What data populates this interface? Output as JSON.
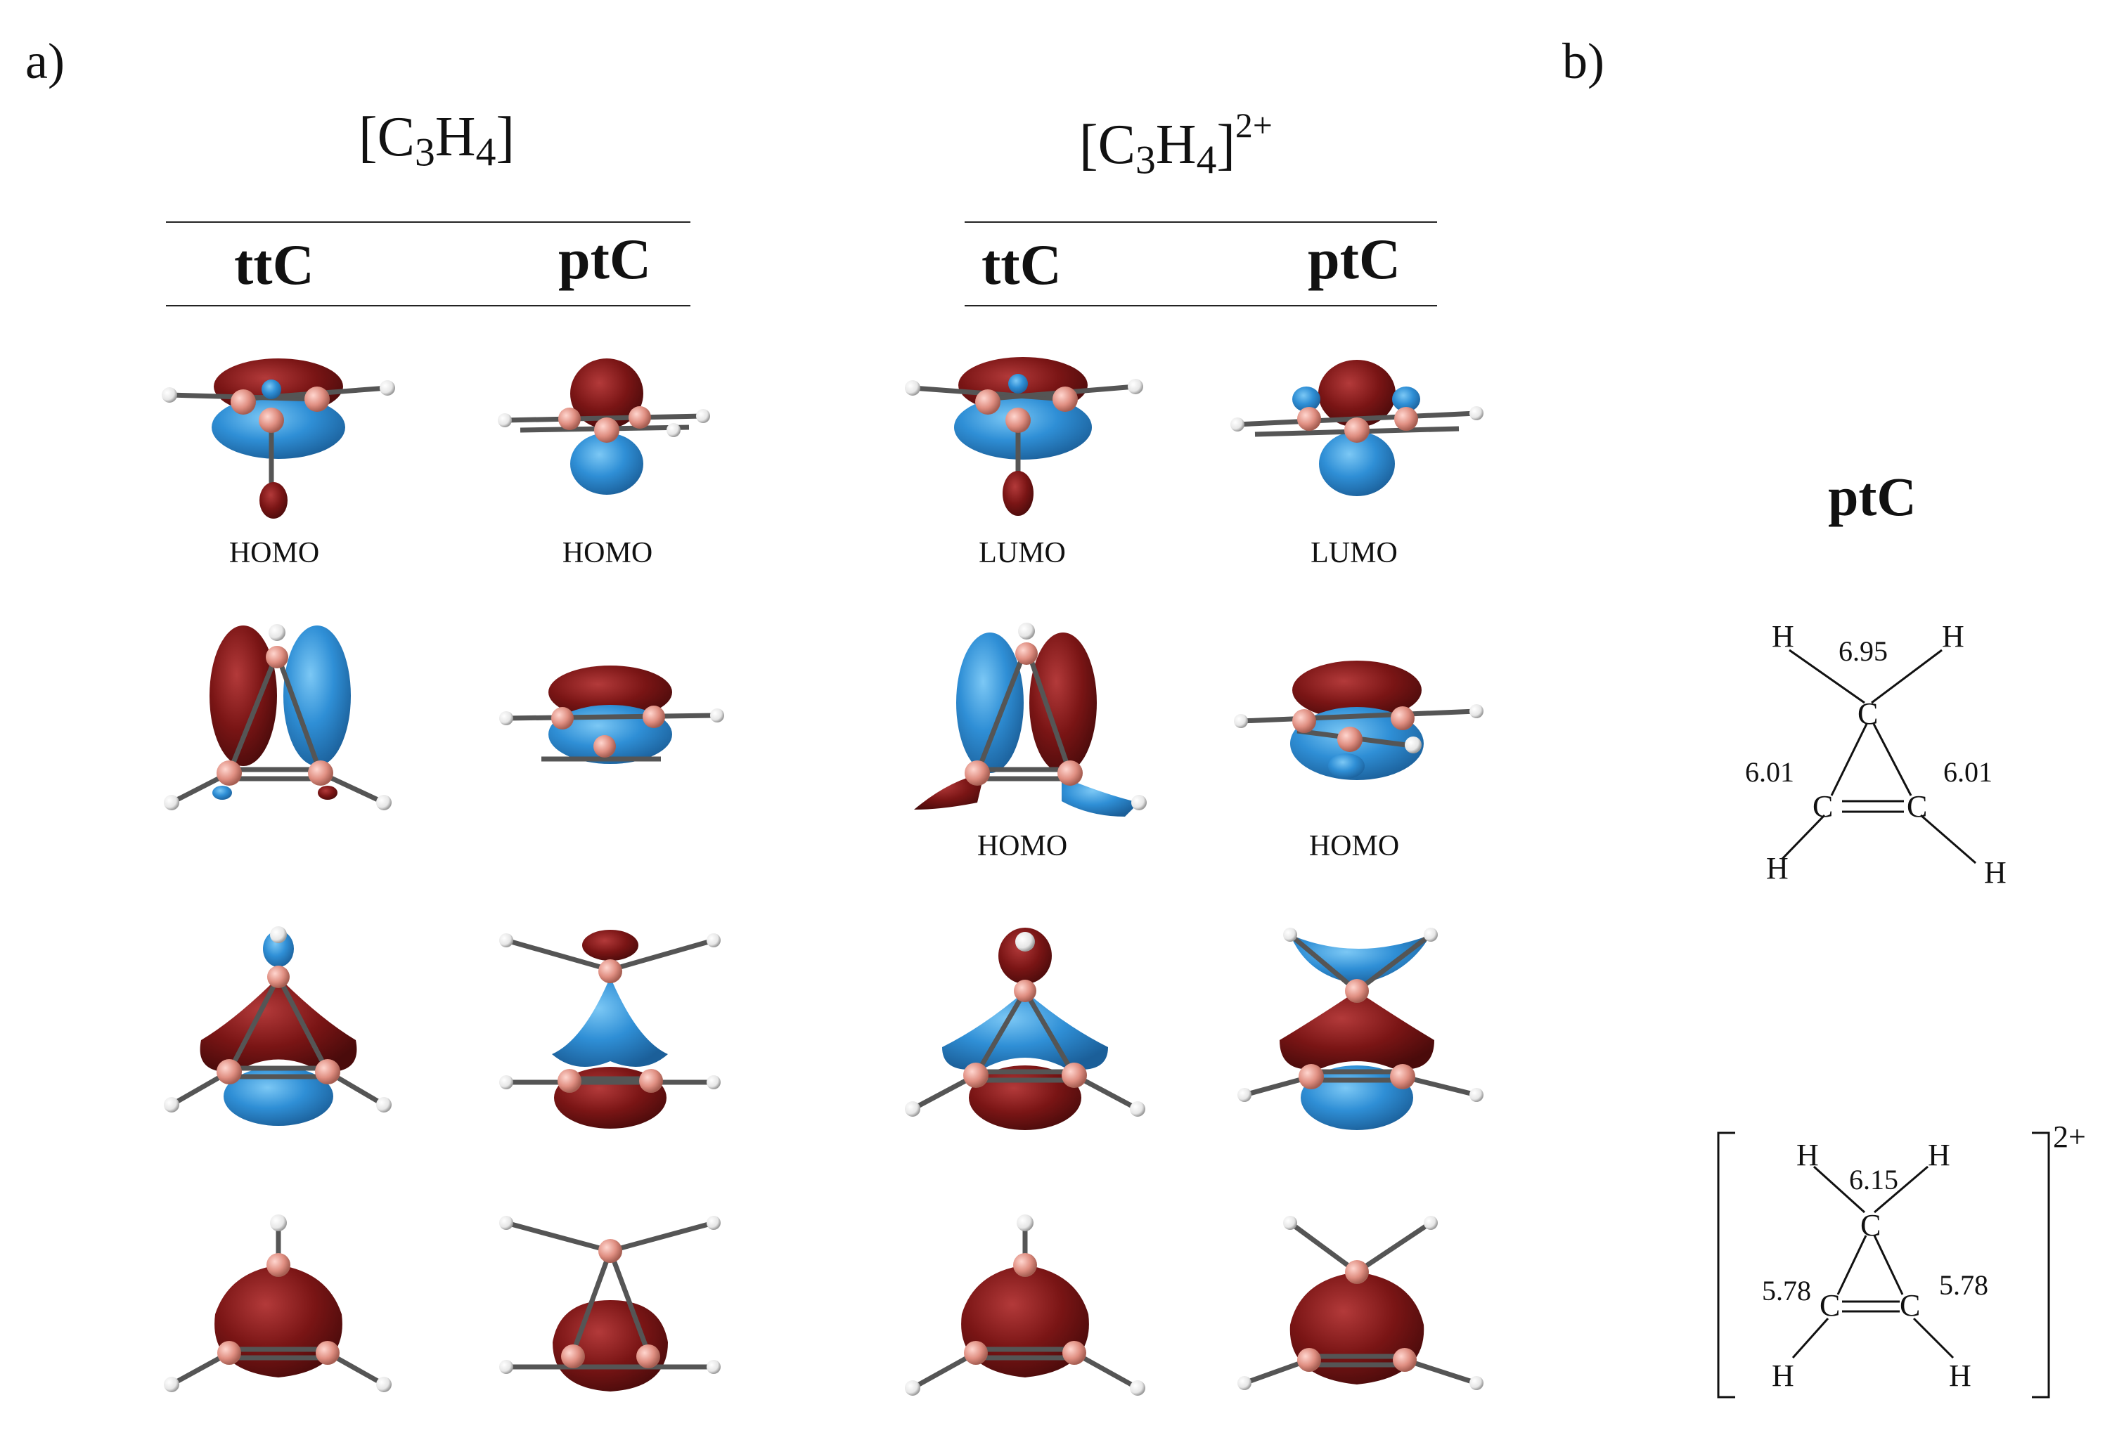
{
  "panels": {
    "a": "a)",
    "b": "b)"
  },
  "neutral": {
    "formula_base": "[C",
    "sub3": "3",
    "h": "H",
    "sub4": "4",
    "close": "]",
    "charge": ""
  },
  "dication": {
    "formula_base": "[C",
    "sub3": "3",
    "h": "H",
    "sub4": "4",
    "close": "]",
    "charge": "2+"
  },
  "columns": {
    "ttc": "ttC",
    "ptc": "ptC"
  },
  "orbital_labels": {
    "neutral_ttc_row1": "HOMO",
    "neutral_ptc_row1": "HOMO",
    "dication_ttc_row1": "LUMO",
    "dication_ptc_row1": "LUMO",
    "dication_ttc_row2": "HOMO",
    "dication_ptc_row2": "HOMO"
  },
  "structures": {
    "title": "ptC",
    "atoms": {
      "carbon": "C",
      "hydrogen": "H"
    },
    "neutral": {
      "top": "6.95",
      "left": "6.01",
      "right": "6.01"
    },
    "dication": {
      "top": "6.15",
      "left": "5.78",
      "right": "5.78",
      "charge": "2+"
    }
  },
  "colors": {
    "lobe_red": "#7a1515",
    "lobe_blue": "#2f8fd6",
    "atom_c": "#e08f82",
    "atom_h": "#f2f2f2",
    "bond": "#555555"
  }
}
